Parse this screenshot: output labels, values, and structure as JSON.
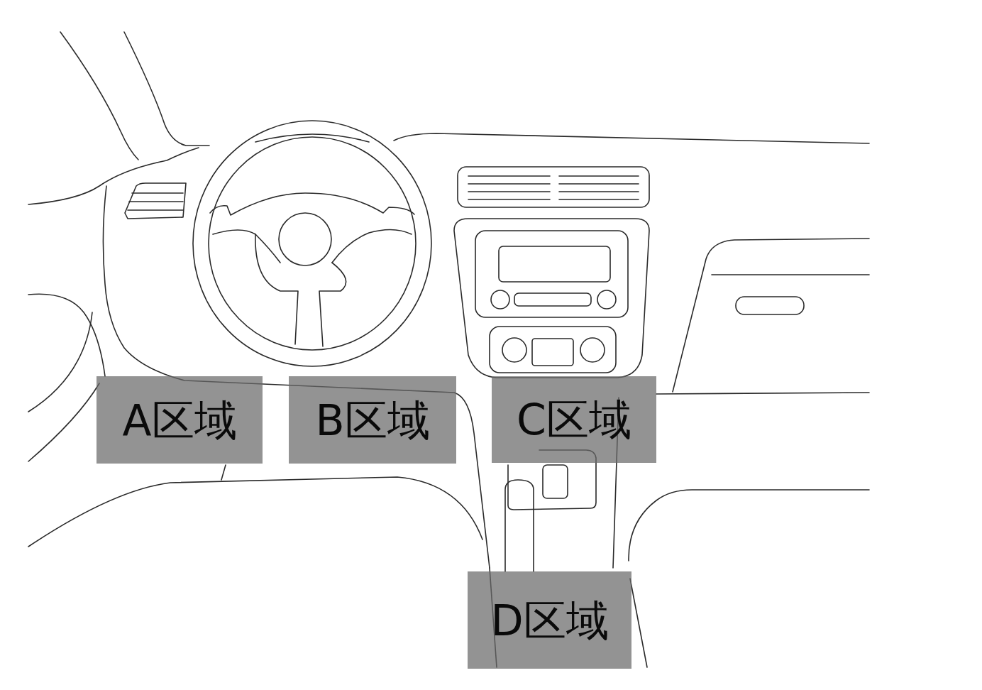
{
  "diagram": {
    "nodes": [
      {
        "text": [
          "A区域"
        ]
      },
      {
        "text": [
          "B区域"
        ]
      },
      {
        "text": [
          "C区域"
        ]
      },
      {
        "text": [
          "D区域"
        ]
      }
    ]
  }
}
